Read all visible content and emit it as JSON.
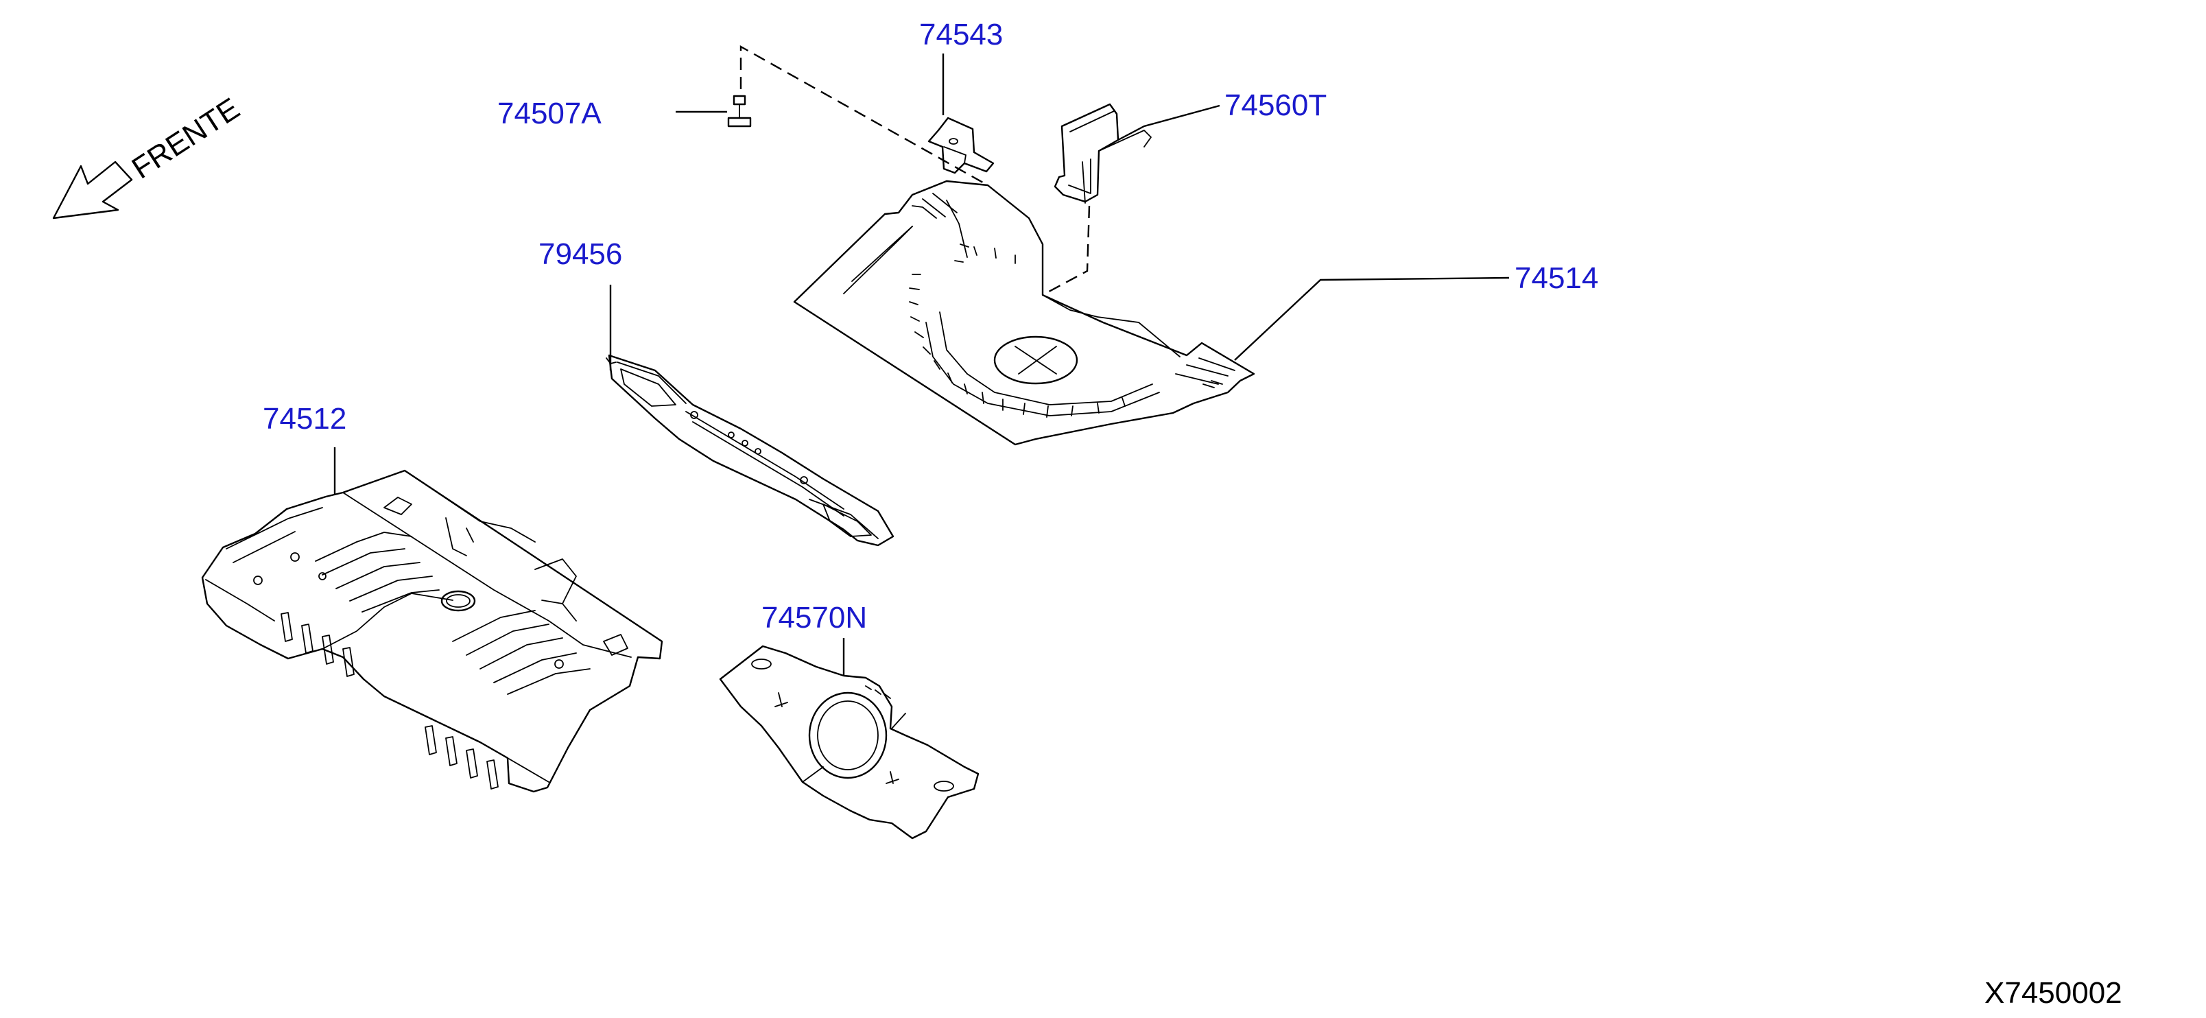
{
  "colors": {
    "callout": "#1a1acc",
    "linework": "#000000",
    "background": "#ffffff"
  },
  "direction_label": "FRENTE",
  "drawing_id": "X7450002",
  "parts": [
    {
      "id": "p1",
      "number": "74543"
    },
    {
      "id": "p2",
      "number": "74507A"
    },
    {
      "id": "p3",
      "number": "74560T"
    },
    {
      "id": "p4",
      "number": "79456"
    },
    {
      "id": "p5",
      "number": "74514"
    },
    {
      "id": "p6",
      "number": "74512"
    },
    {
      "id": "p7",
      "number": "74570N"
    }
  ]
}
